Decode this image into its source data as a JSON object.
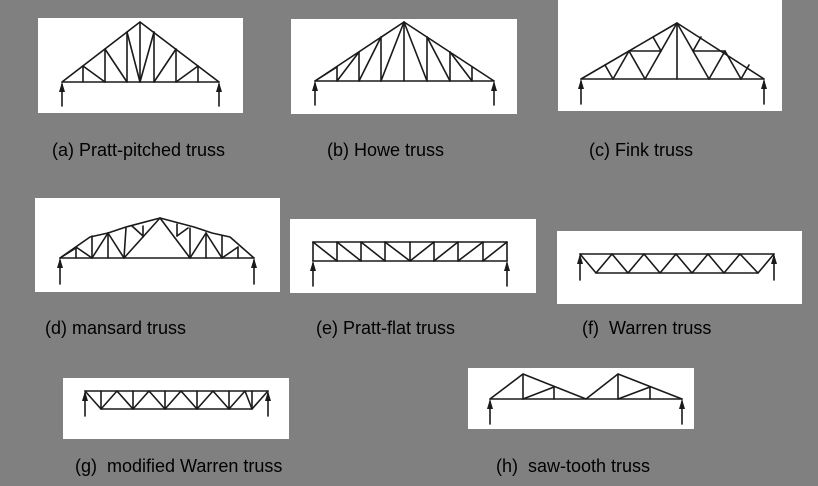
{
  "figure": {
    "background_color": "#808080",
    "panel_color": "#ffffff",
    "line_color": "#1a1a1a",
    "trusses": [
      {
        "id": "a",
        "caption": "(a) Pratt-pitched truss",
        "type": "pratt-pitched"
      },
      {
        "id": "b",
        "caption": "(b) Howe truss",
        "type": "howe"
      },
      {
        "id": "c",
        "caption": "(c) Fink truss",
        "type": "fink"
      },
      {
        "id": "d",
        "caption": "(d) mansard truss",
        "type": "mansard"
      },
      {
        "id": "e",
        "caption": "(e) Pratt-flat truss",
        "type": "pratt-flat"
      },
      {
        "id": "f",
        "caption": "(f)  Warren truss",
        "type": "warren"
      },
      {
        "id": "g",
        "caption": "(g)  modified Warren truss",
        "type": "modified-warren"
      },
      {
        "id": "h",
        "caption": "(h)  saw-tooth truss",
        "type": "saw-tooth"
      }
    ]
  }
}
